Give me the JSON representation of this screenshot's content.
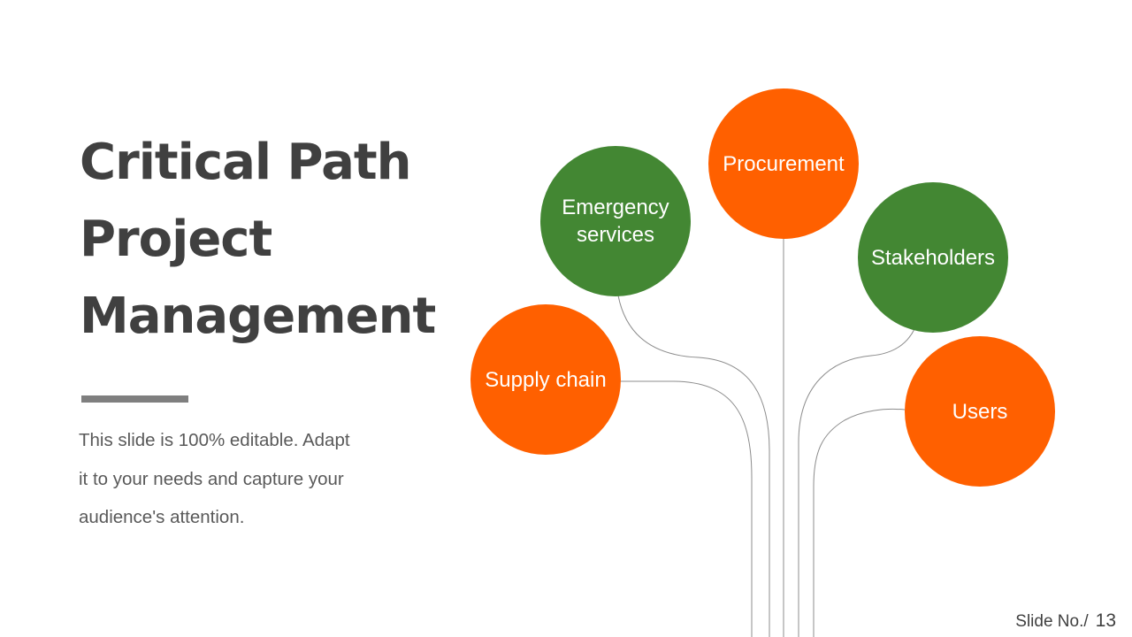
{
  "title": {
    "lines": [
      "Critical Path",
      "Project",
      "Management"
    ]
  },
  "description": {
    "lines": [
      "This slide is 100% editable. Adapt",
      "it to your needs and capture your",
      "audience's attention."
    ]
  },
  "diagram": {
    "nodes": [
      {
        "id": "supply-chain",
        "lines": [
          "Supply chain"
        ],
        "color": "orange"
      },
      {
        "id": "emergency-services",
        "lines": [
          "Emergency",
          "services"
        ],
        "color": "green"
      },
      {
        "id": "procurement",
        "lines": [
          "Procurement"
        ],
        "color": "orange"
      },
      {
        "id": "stakeholders",
        "lines": [
          "Stakeholders"
        ],
        "color": "green"
      },
      {
        "id": "users",
        "lines": [
          "Users"
        ],
        "color": "orange"
      }
    ]
  },
  "colors": {
    "orange": "#ff6000",
    "green": "#438733",
    "title": "#404040",
    "text": "#595959",
    "connector": "#7f7f7f"
  },
  "footer": {
    "slide_label": "Slide No./",
    "slide_number": "13"
  }
}
